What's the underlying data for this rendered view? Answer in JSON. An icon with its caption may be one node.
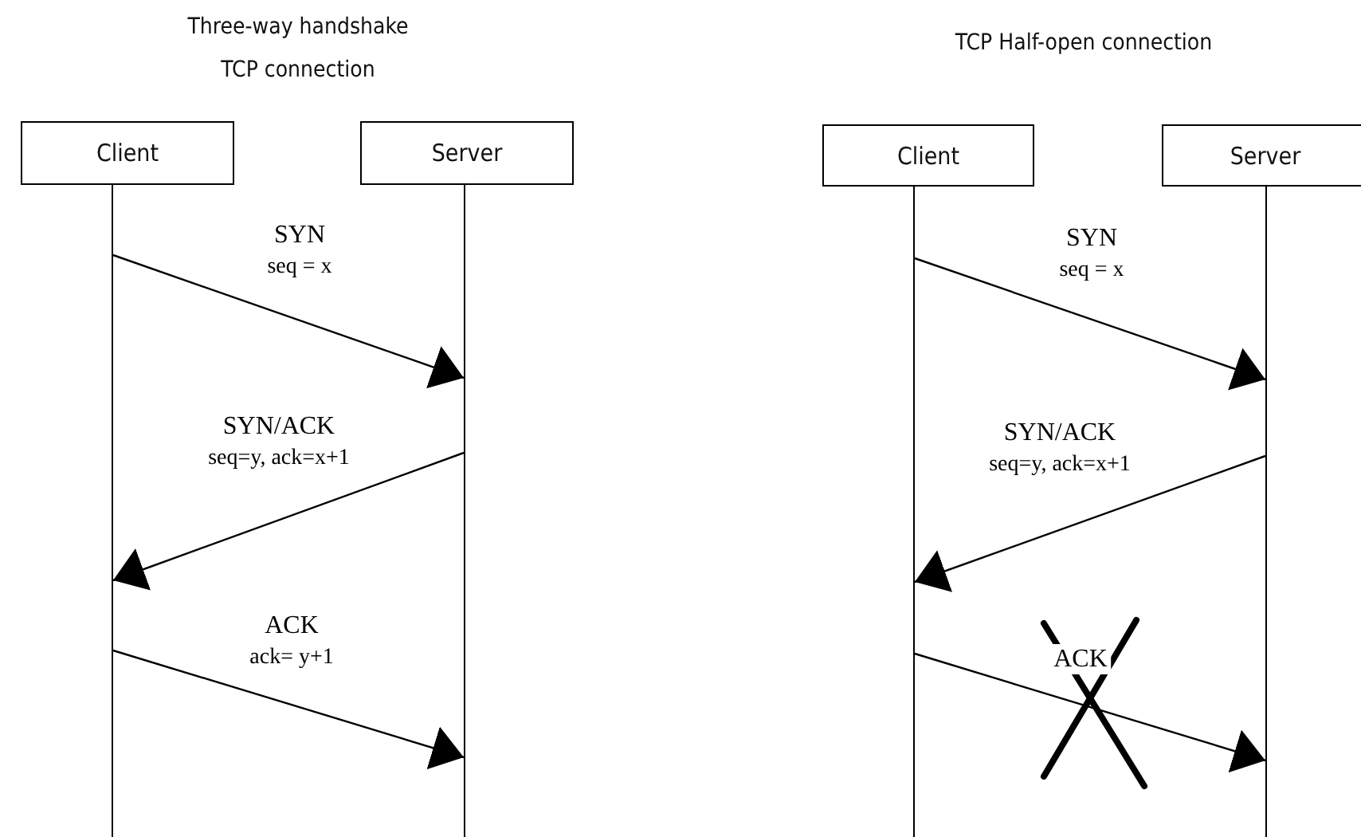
{
  "diagram": {
    "nodes": [
      {
        "text": [
          "Client"
        ]
      },
      {
        "text": [
          "Server"
        ]
      },
      {
        "text": [
          "Client"
        ]
      },
      {
        "text": [
          "Server"
        ]
      },
      {
        "text": [],
        "shape": "line"
      },
      {
        "text": [],
        "shape": "line"
      },
      {
        "text": [],
        "shape": "line"
      },
      {
        "text": [],
        "shape": "line"
      }
    ],
    "edges": [
      {
        "from": 4,
        "to": 5,
        "label": "SYN seq = x",
        "arrow": "to"
      },
      {
        "from": 5,
        "to": 4,
        "label": "SYN/ACK seq=y, ack=x+1",
        "arrow": "to"
      },
      {
        "from": 4,
        "to": 5,
        "label": "ACK ack= y+1",
        "arrow": "to"
      },
      {
        "from": 6,
        "to": 7,
        "label": "SYN seq = x",
        "arrow": "to"
      },
      {
        "from": 7,
        "to": 6,
        "label": "SYN/ACK seq=y, ack=x+1",
        "arrow": "to"
      },
      {
        "from": 6,
        "to": 7,
        "label": "ACK",
        "arrow": "to"
      }
    ],
    "labels": [
      "Three-way handshake TCP connection",
      "TCP Half-open connection"
    ]
  }
}
